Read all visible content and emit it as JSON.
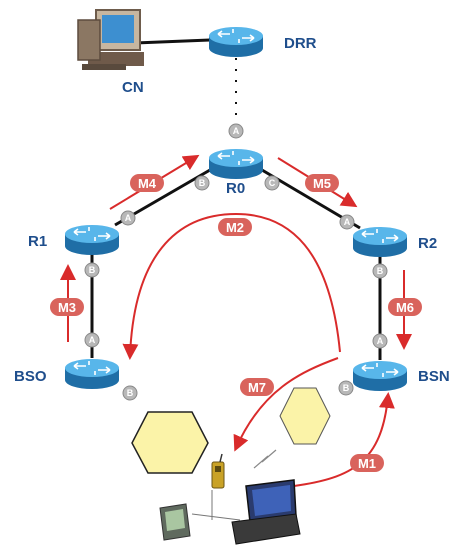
{
  "nodes": {
    "drr": "DRR",
    "cn": "CN",
    "r0": "R0",
    "r1": "R1",
    "r2": "R2",
    "bso": "BSO",
    "bsn": "BSN"
  },
  "interfaces": {
    "r0_top": "A",
    "r0_left": "B",
    "r0_right": "C",
    "r1_right": "A",
    "r1_bottom": "B",
    "r2_left": "A",
    "r2_bottom": "B",
    "bso_top": "A",
    "bso_bottom": "B",
    "bsn_top": "A",
    "bsn_left": "B"
  },
  "messages": {
    "m1": "M1",
    "m2": "M2",
    "m3": "M3",
    "m4": "M4",
    "m5": "M5",
    "m6": "M6",
    "m7": "M7"
  },
  "colors": {
    "node_label": "#1f4e8c",
    "router": "#2e8fcc",
    "message_pill": "#d9635c",
    "flow_arrow": "#d92b2b",
    "interface_circle": "#b8b8b8",
    "cell": "#fbf3a8"
  }
}
